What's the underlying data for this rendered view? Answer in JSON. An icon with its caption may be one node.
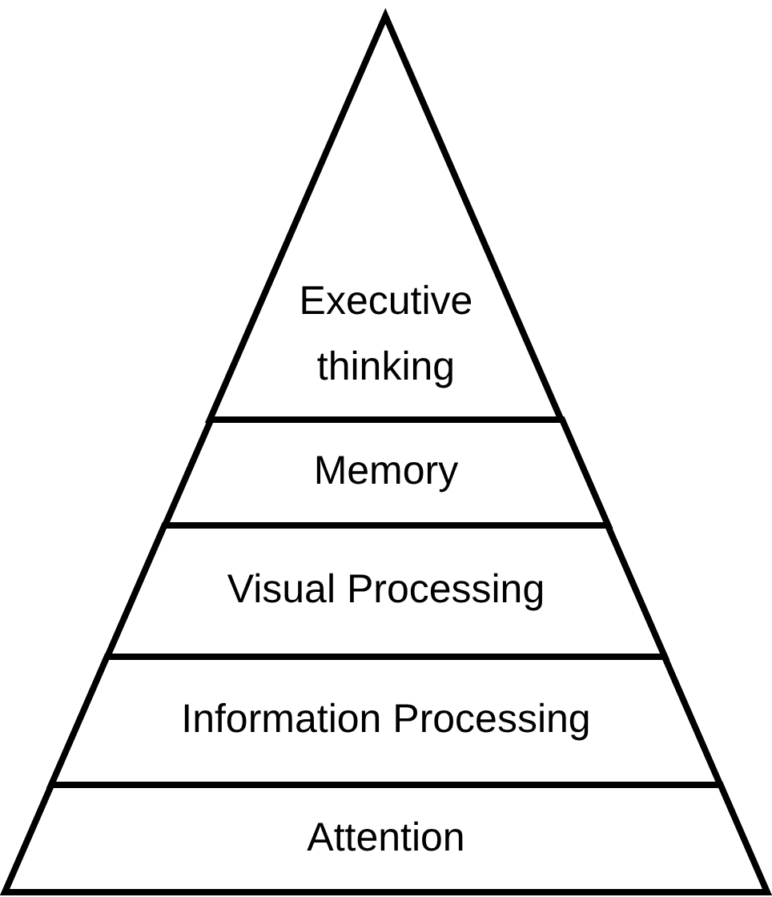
{
  "diagram": {
    "nodes": [
      {
        "text": [
          "Executive thinking"
        ]
      },
      {
        "text": [
          "Memory"
        ]
      },
      {
        "text": [
          "Visual Processing"
        ]
      },
      {
        "text": [
          "Information Processing"
        ]
      },
      {
        "text": [
          "Attention"
        ]
      }
    ]
  }
}
